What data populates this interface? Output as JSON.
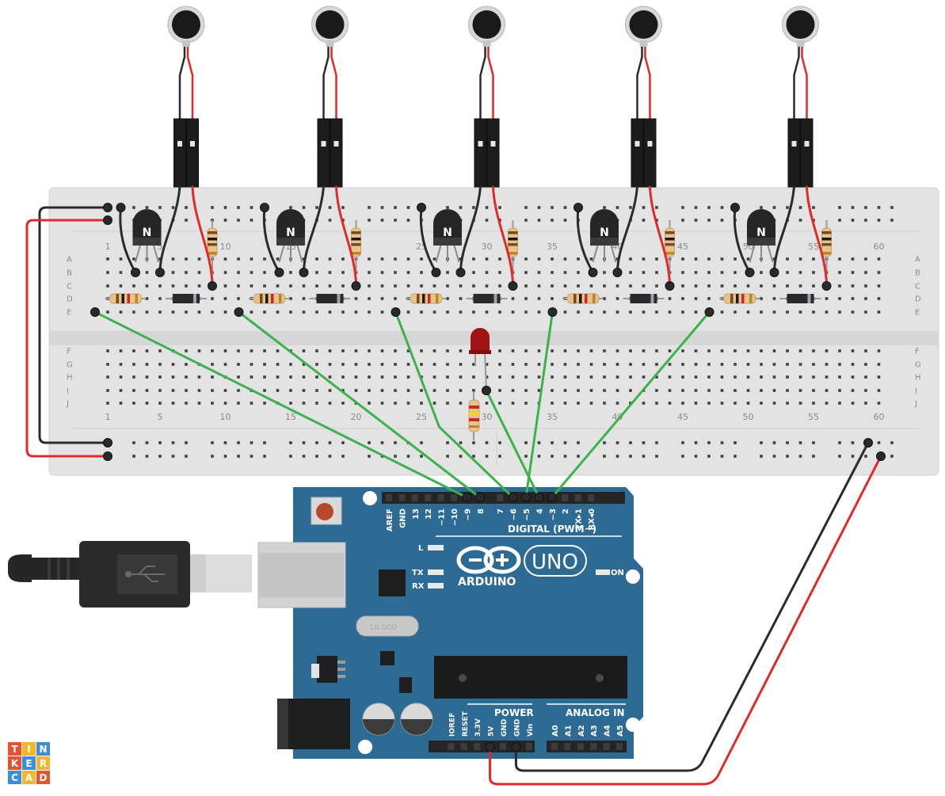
{
  "breadboard": {
    "column_numbers": [
      "1",
      "5",
      "10",
      "15",
      "20",
      "25",
      "30",
      "35",
      "40",
      "45",
      "50",
      "55",
      "60"
    ],
    "rows_top": [
      "A",
      "B",
      "C",
      "D",
      "E"
    ],
    "rows_bottom": [
      "F",
      "G",
      "H",
      "I",
      "J"
    ]
  },
  "transistors": {
    "label": "N"
  },
  "motor_count": 5,
  "arduino": {
    "brand": "ARDUINO",
    "model": "UNO",
    "digital_header": "DIGITAL (PWM~)",
    "power_header": "POWER",
    "analog_header": "ANALOG IN",
    "led_l": "L",
    "led_tx": "TX",
    "led_rx": "RX",
    "on_label": "ON",
    "crystal": "16.000",
    "digital_pins": [
      "AREF",
      "GND",
      "13",
      "12",
      "~11",
      "~10",
      "~9",
      "8",
      "7",
      "~6",
      "~5",
      "4",
      "~3",
      "2",
      "TX▸1",
      "RX◂0"
    ],
    "power_pins": [
      "IOREF",
      "RESET",
      "3.3V",
      "5V",
      "GND",
      "GND",
      "Vin"
    ],
    "analog_pins": [
      "A0",
      "A1",
      "A2",
      "A3",
      "A4",
      "A5"
    ]
  },
  "logo": {
    "letters": [
      "T",
      "I",
      "N",
      "K",
      "E",
      "R",
      "C",
      "A",
      "D"
    ]
  },
  "colors": {
    "breadboard": "#e3e3e3",
    "arduino_blue": "#2d6a94",
    "wire_green": "#3cb34a",
    "wire_red": "#e02a2a",
    "wire_black": "#2b2b2b",
    "led_red": "#a11414"
  }
}
